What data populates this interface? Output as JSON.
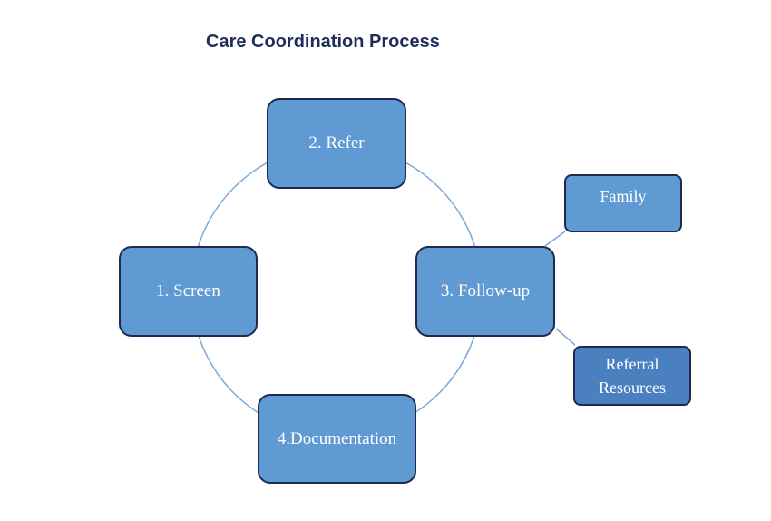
{
  "title": "Care Coordination Process",
  "colors": {
    "node_fill": "#5f9ad2",
    "node_fill_dark": "#4a7fc0",
    "node_border": "#1e2a4f",
    "connector": "#7aa9d6",
    "title": "#1f2d5a"
  },
  "nodes": {
    "refer": {
      "label": "2. Refer"
    },
    "screen": {
      "label": "1. Screen"
    },
    "follow_up": {
      "label": "3. Follow-up"
    },
    "documentation": {
      "label": "4.Documentation"
    },
    "family": {
      "label": "Family"
    },
    "referral_resources": {
      "lines": [
        "Referral",
        "Resources"
      ]
    }
  }
}
